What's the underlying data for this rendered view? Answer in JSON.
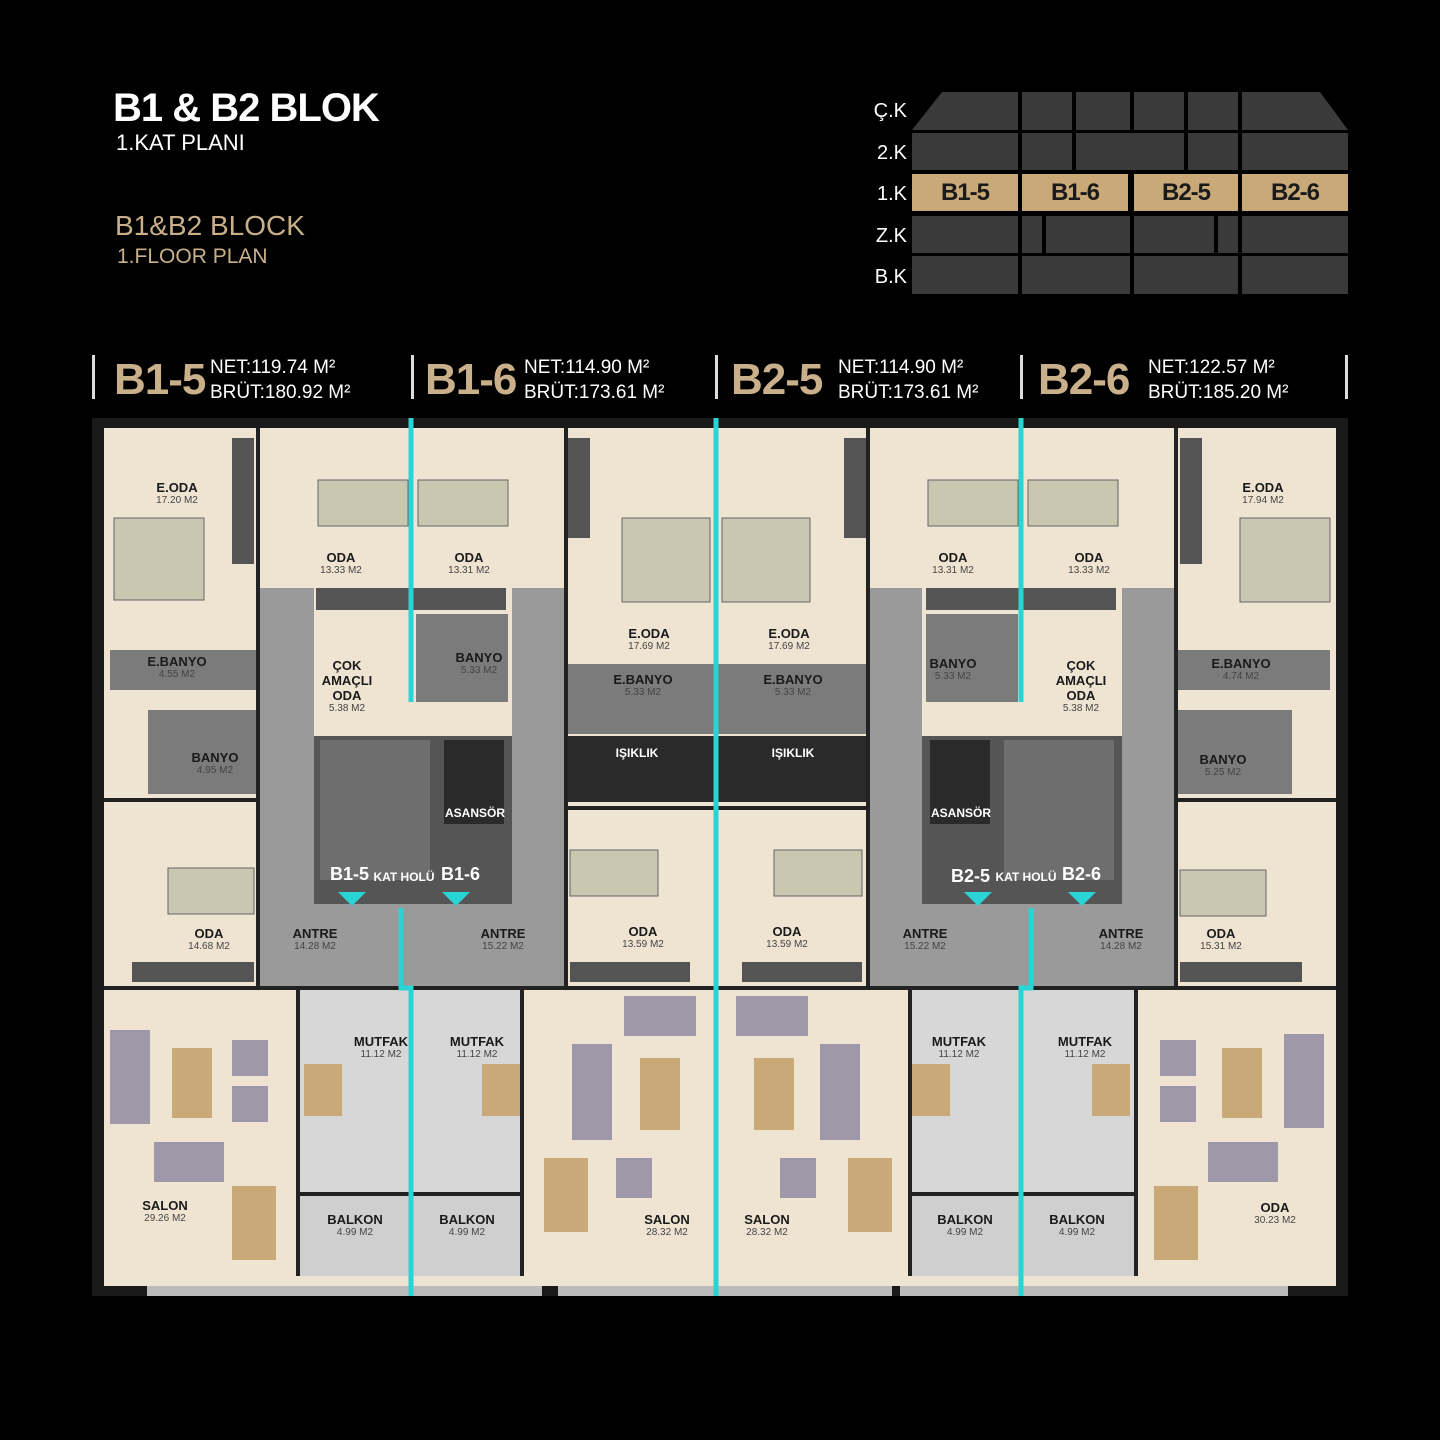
{
  "header": {
    "title": "B1 & B2 BLOK",
    "subtitle": "1.KAT PLANI",
    "title_en": "B1&B2 BLOCK",
    "subtitle_en": "1.FLOOR PLAN"
  },
  "floor_key": {
    "floors": [
      "Ç.K",
      "2.K",
      "1.K",
      "Z.K",
      "B.K"
    ],
    "highlighted_units": [
      "B1-5",
      "B1-6",
      "B2-5",
      "B2-6"
    ]
  },
  "units": [
    {
      "name": "B1-5",
      "net": "NET:119.74 M²",
      "brut": "BRÜT:180.92 M²"
    },
    {
      "name": "B1-6",
      "net": "NET:114.90 M²",
      "brut": "BRÜT:173.61 M²"
    },
    {
      "name": "B2-5",
      "net": "NET:114.90 M²",
      "brut": "BRÜT:173.61 M²"
    },
    {
      "name": "B2-6",
      "net": "NET:122.57 M²",
      "brut": "BRÜT:185.20 M²"
    }
  ],
  "rooms": {
    "r1": {
      "name": "E.ODA",
      "area": "17.20 M2"
    },
    "r2": {
      "name": "ODA",
      "area": "13.33 M2"
    },
    "r3": {
      "name": "ODA",
      "area": "13.31 M2"
    },
    "r4": {
      "name": "E.ODA",
      "area": "17.69 M2"
    },
    "r5": {
      "name": "E.ODA",
      "area": "17.69 M2"
    },
    "r6": {
      "name": "ODA",
      "area": "13.31 M2"
    },
    "r7": {
      "name": "ODA",
      "area": "13.33 M2"
    },
    "r8": {
      "name": "E.ODA",
      "area": "17.94 M2"
    },
    "r9": {
      "name": "E.BANYO",
      "area": "4.55 M2"
    },
    "r10": {
      "name": "ÇOK AMAÇLI ODA",
      "area": "5.38 M2"
    },
    "r11": {
      "name": "BANYO",
      "area": "5.33 M2"
    },
    "r12": {
      "name": "E.BANYO",
      "area": "5.33 M2"
    },
    "r13": {
      "name": "E.BANYO",
      "area": "5.33 M2"
    },
    "r14": {
      "name": "BANYO",
      "area": "5.33 M2"
    },
    "r15": {
      "name": "ÇOK AMAÇLI ODA",
      "area": "5.38 M2"
    },
    "r16": {
      "name": "E.BANYO",
      "area": "4.74 M2"
    },
    "r17": {
      "name": "BANYO",
      "area": "4.95 M2"
    },
    "r18": {
      "name": "BANYO",
      "area": "5.25 M2"
    },
    "r19": {
      "name": "ODA",
      "area": "14.68 M2"
    },
    "r20": {
      "name": "ANTRE",
      "area": "14.28 M2"
    },
    "r21": {
      "name": "ANTRE",
      "area": "15.22 M2"
    },
    "r22": {
      "name": "ODA",
      "area": "13.59 M2"
    },
    "r23": {
      "name": "ODA",
      "area": "13.59 M2"
    },
    "r24": {
      "name": "ANTRE",
      "area": "15.22 M2"
    },
    "r25": {
      "name": "ANTRE",
      "area": "14.28 M2"
    },
    "r26": {
      "name": "ODA",
      "area": "15.31 M2"
    },
    "r27": {
      "name": "MUTFAK",
      "area": "11.12 M2"
    },
    "r28": {
      "name": "MUTFAK",
      "area": "11.12 M2"
    },
    "r29": {
      "name": "MUTFAK",
      "area": "11.12 M2"
    },
    "r30": {
      "name": "MUTFAK",
      "area": "11.12 M2"
    },
    "r31": {
      "name": "SALON",
      "area": "29.26 M2"
    },
    "r32": {
      "name": "SALON",
      "area": "28.32 M2"
    },
    "r33": {
      "name": "SALON",
      "area": "28.32 M2"
    },
    "r34": {
      "name": "ODA",
      "area": "30.23 M2"
    },
    "r35": {
      "name": "BALKON",
      "area": "4.99 M2"
    },
    "r36": {
      "name": "BALKON",
      "area": "4.99 M2"
    },
    "r37": {
      "name": "BALKON",
      "area": "4.99 M2"
    },
    "r38": {
      "name": "BALKON",
      "area": "4.99 M2"
    }
  },
  "core": {
    "isiklik": "IŞIKLIK",
    "asansor": "ASANSÖR",
    "kat_holu": "KAT HOLÜ",
    "left_a": "B1-5",
    "left_b": "B1-6",
    "right_a": "B2-5",
    "right_b": "B2-6"
  },
  "colors": {
    "accent": "#c9b08a",
    "divider": "#2ad4d4",
    "floor": "#f0e6d6",
    "wall": "#202020",
    "tile": "#9a9a9a",
    "dark_core": "#2a2a2a"
  }
}
